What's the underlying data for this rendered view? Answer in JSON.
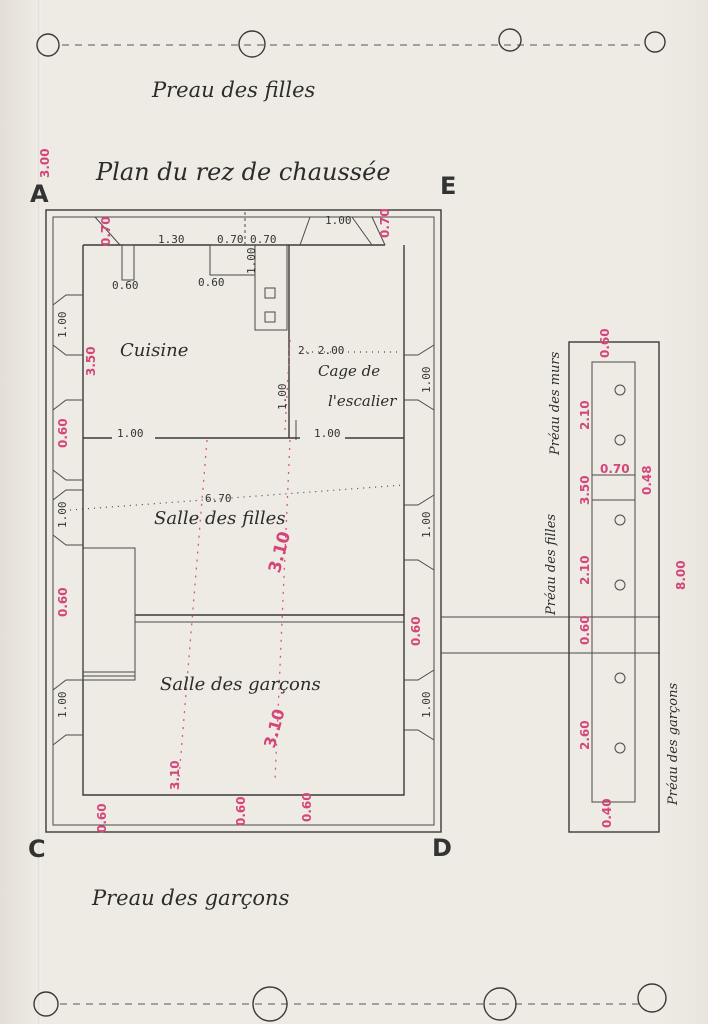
{
  "titles": {
    "top_court": "Preau des filles",
    "plan_title": "Plan du rez de chaussée",
    "bottom_court": "Preau des garçons"
  },
  "corners": {
    "a": "A",
    "e": "E",
    "c": "C",
    "d": "D"
  },
  "rooms": {
    "kitchen": "Cuisine",
    "stair_1": "Cage de",
    "stair_2": "l'escalier",
    "girls": "Salle des filles",
    "boys": "Salle des garçons"
  },
  "dims": {
    "top_1": "1.30",
    "top_2": "0.70",
    "top_3": "0.70",
    "top_4": "1.00",
    "top_5": "1.00",
    "small_a": "0.60",
    "small_b": "0.60",
    "mid_left": "1.00",
    "mid_right": "1.00",
    "stair_w": "2. 2.00",
    "stair_h": "1.00",
    "side_left_1": "1.00",
    "side_left_2": "1.00",
    "side_right_1": "1.00",
    "side_right_2": "1.00",
    "side_right_3": "1.00",
    "girls_len": "6.70",
    "boys_left": "1.00"
  },
  "red_dims": {
    "left_h": "3.50",
    "top_left": "0.70",
    "top_right": "0.70",
    "left_60a": "0.60",
    "left_60b": "0.60",
    "right_60": "0.60",
    "girls_h": "3.10",
    "boys_h": "3.10",
    "boys_h2": "3.10",
    "bottom_1": "0.60",
    "bottom_2": "0.60",
    "bottom_3": "0.60",
    "far_top": "3.00",
    "side_60": "0.60",
    "side_210a": "2.10",
    "side_70": "0.70",
    "side_350": "3.50",
    "side_210b": "2.10",
    "side_60b": "0.60",
    "side_260": "2.60",
    "side_40": "0.40",
    "side_total": "8.00",
    "side_48": "0.48"
  },
  "section": {
    "label_top": "Préau des murs",
    "label_girls": "Préau des filles",
    "label_boys": "Préau des garçons"
  }
}
